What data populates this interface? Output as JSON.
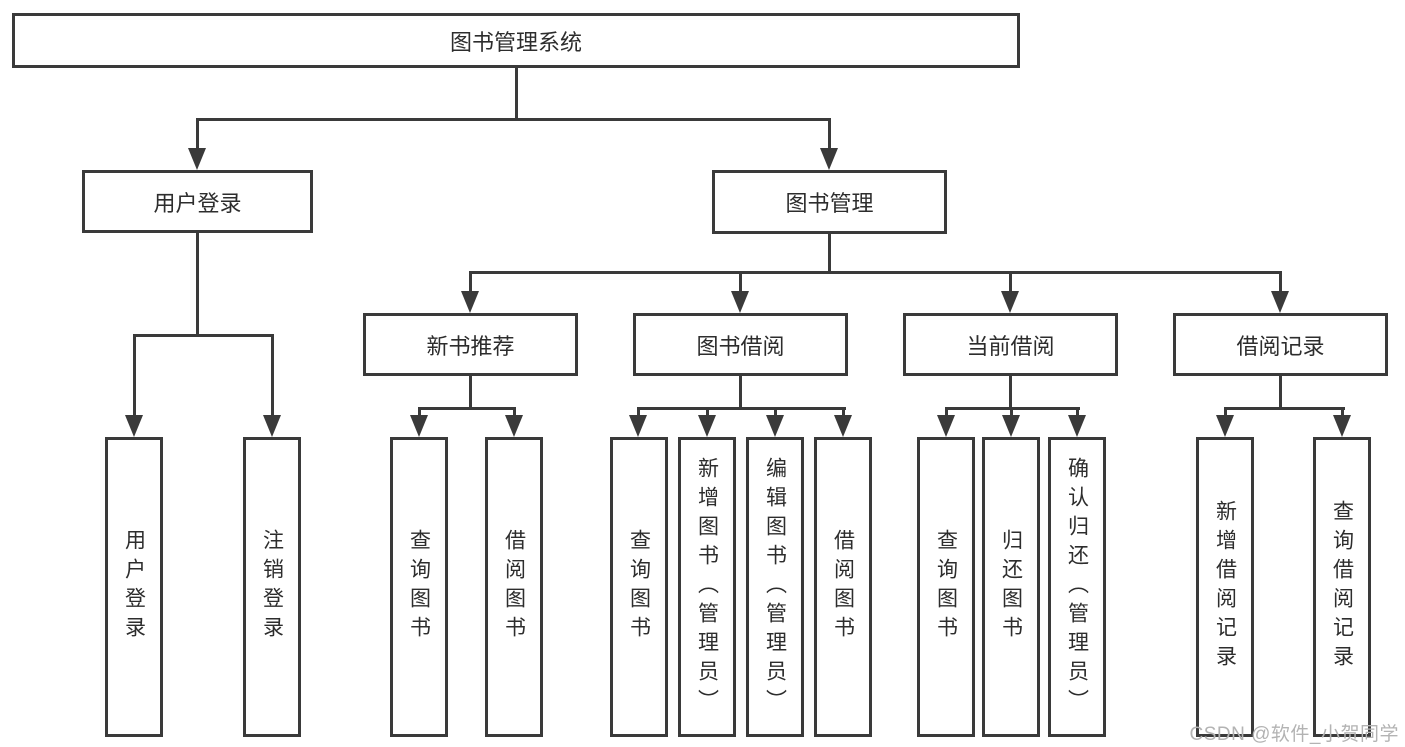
{
  "diagram": {
    "colors": {
      "line": "#3a3a3a",
      "text": "#2d2d2d",
      "background": "#ffffff",
      "watermark": "#b3b3b3"
    },
    "nodes": {
      "root": {
        "label": "图书管理系统"
      },
      "user_login": {
        "label": "用户登录"
      },
      "book_mgmt": {
        "label": "图书管理"
      },
      "new_book_rec": {
        "label": "新书推荐"
      },
      "book_borrow": {
        "label": "图书借阅"
      },
      "current_borrow": {
        "label": "当前借阅"
      },
      "borrow_records": {
        "label": "借阅记录"
      }
    },
    "leaves": {
      "user_login_leaf": {
        "label": "用户登录"
      },
      "logout": {
        "label": "注销登录"
      },
      "rec_query_books": {
        "label": "查询图书"
      },
      "rec_borrow_books": {
        "label": "借阅图书"
      },
      "bb_query_books": {
        "label": "查询图书"
      },
      "bb_add_books": {
        "label": "新增图书（管理员）"
      },
      "bb_edit_books": {
        "label": "编辑图书（管理员）"
      },
      "bb_borrow_books": {
        "label": "借阅图书"
      },
      "cb_query_books": {
        "label": "查询图书"
      },
      "cb_return_books": {
        "label": "归还图书"
      },
      "cb_confirm_return": {
        "label": "确认归还（管理员）"
      },
      "br_add_record": {
        "label": "新增借阅记录"
      },
      "br_query_record": {
        "label": "查询借阅记录"
      }
    },
    "watermark": "CSDN @软件_小贺同学"
  }
}
